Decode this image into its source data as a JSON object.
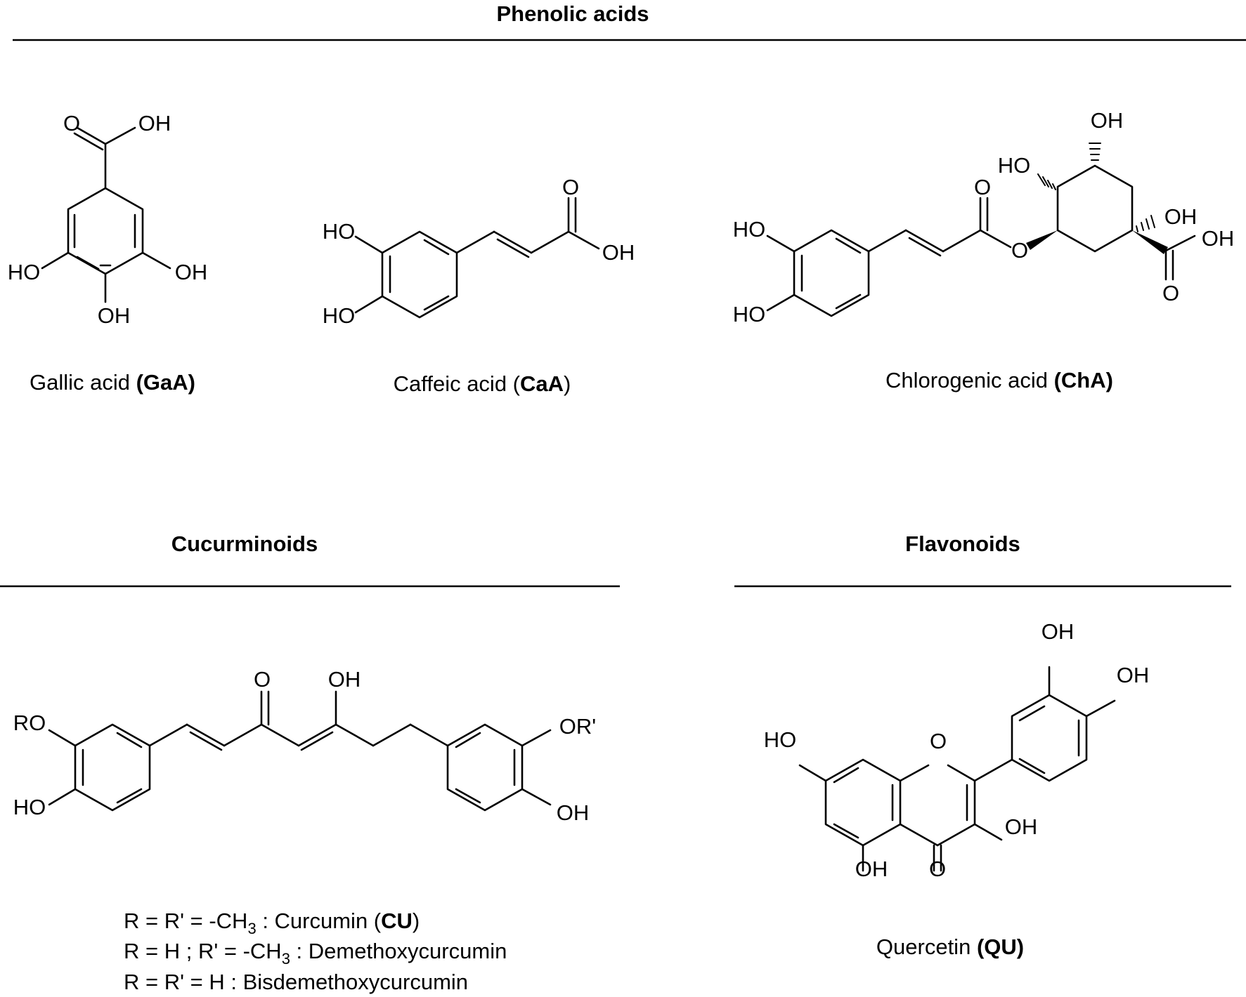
{
  "sections": {
    "phenolic": "Phenolic acids",
    "curcuminoids": "Cucurminoids",
    "flavonoids": "Flavonoids"
  },
  "atoms": {
    "O": "O",
    "OH": "OH",
    "HO": "HO",
    "HO_dash": "HO",
    "dash_OH": "OH",
    "RO": "RO",
    "ORp": "OR'"
  },
  "compounds": {
    "gallic": {
      "name": "Gallic acid",
      "abbr": "(GaA)"
    },
    "caffeic": {
      "name": "Caffeic acid (",
      "abbr": "CaA",
      "close": ")"
    },
    "chlorogenic": {
      "name": "Chlorogenic acid",
      "abbr": "(ChA)"
    },
    "quercetin": {
      "name": "Quercetin",
      "abbr": "(QU)"
    }
  },
  "curcumin_lines": {
    "line1": {
      "lead": "R = R' = -CH",
      "sub": "3",
      "rest": " : Curcumin (",
      "abbr": "CU",
      "close": ")"
    },
    "line2": {
      "lead": "R = H ; R' = -CH",
      "sub": "3",
      "rest": " : Demethoxycurcumin"
    },
    "line3": {
      "text": "R = R' = H : Bisdemethoxycurcumin"
    }
  }
}
